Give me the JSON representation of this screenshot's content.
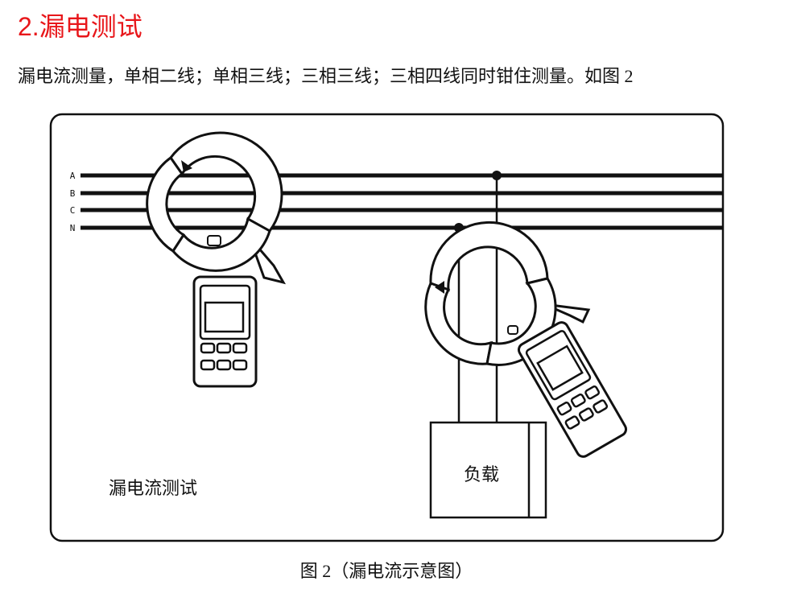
{
  "section": {
    "heading": "2.漏电测试",
    "intro": "漏电流测量，单相二线；单相三线；三相三线；三相四线同时钳住测量。如图 2"
  },
  "diagram": {
    "line_labels": [
      "A",
      "B",
      "C",
      "N"
    ],
    "load_label": "负载",
    "inner_label": "漏电流测试"
  },
  "caption": "图 2（漏电流示意图）",
  "colors": {
    "heading": "#e8161a",
    "ink": "#111111"
  }
}
